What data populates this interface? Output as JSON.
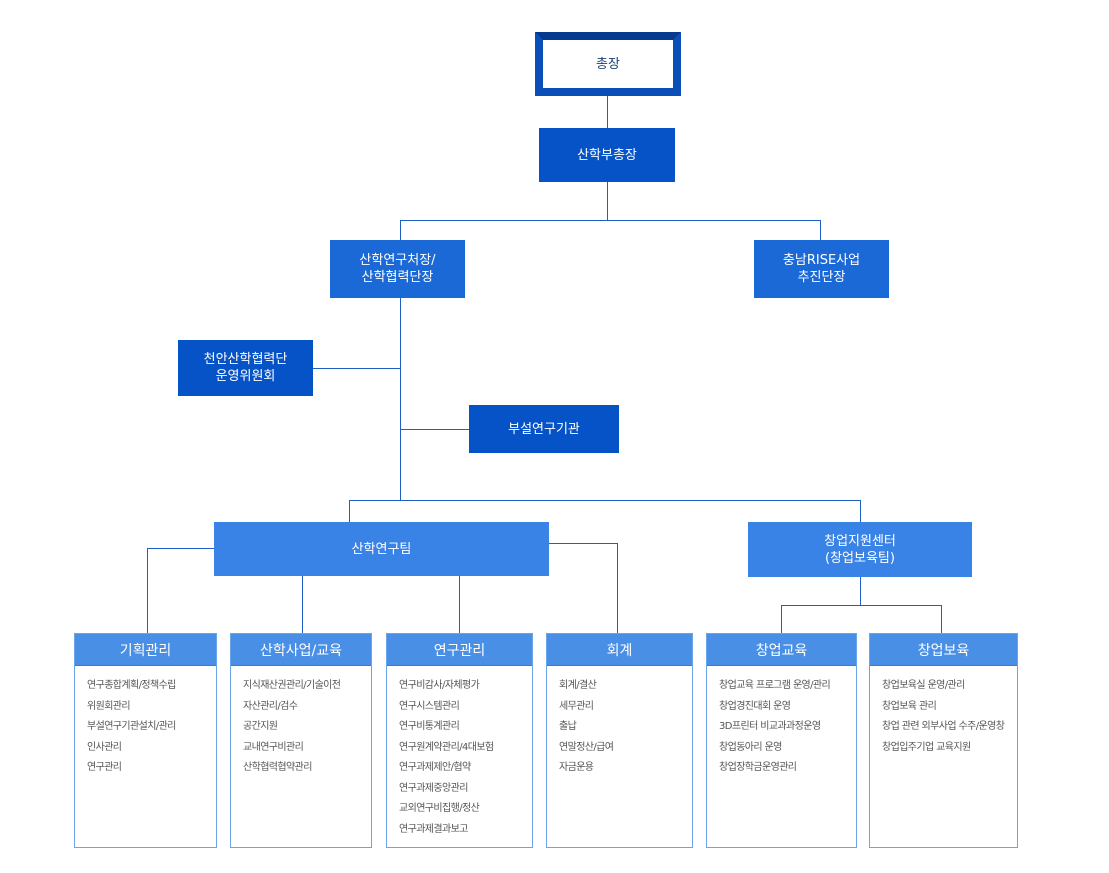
{
  "president": "총장",
  "vice_president": "산학부총장",
  "research_dean": "산학연구처장/\n산학협력단장",
  "rise": "충남RISE사업\n추진단장",
  "committee": "천안산학협력단\n운영위원회",
  "institutes": "부설연구기관",
  "research_team": "산학연구팀",
  "startup_center": "창업지원센터\n(창업보육팀)",
  "departments": [
    {
      "title": "기획관리",
      "items": [
        "연구종합계획/정책수립",
        "위원회관리",
        "부설연구기관설치/관리",
        "인사관리",
        "연구관리"
      ]
    },
    {
      "title": "산학사업/교육",
      "items": [
        "지식재산권관리/기술이전",
        "자산관리/검수",
        "공간지원",
        "교내연구비관리",
        "산학협력협약관리"
      ]
    },
    {
      "title": "연구관리",
      "items": [
        "연구비감사/자체평가",
        "연구시스템관리",
        "연구비통계관리",
        "연구원계약관리/4대보험",
        "연구과제제안/협약",
        "연구과제중앙관리",
        "교외연구비집행/정산",
        "연구과제결과보고"
      ]
    },
    {
      "title": "회계",
      "items": [
        "회계/결산",
        "세무관리",
        "출납",
        "연말정산/급여",
        "자금운용"
      ]
    },
    {
      "title": "창업교육",
      "items": [
        "창업교육 프로그램 운영/관리",
        "창업경진대회 운영",
        "3D프린터 비교과과정운영",
        "창업동아리 운영",
        "창업장학금운영관리"
      ]
    },
    {
      "title": "창업보육",
      "items": [
        "창업보육실 운영/관리",
        "창업보육 관리",
        "창업 관련 외부사업 수주/운영창",
        "창업입주기업 교육지원"
      ]
    }
  ],
  "colors": {
    "top": "#0653c7",
    "mid": "#1a69d6",
    "team": "#3a83e6",
    "header": "#4a8fe6"
  }
}
